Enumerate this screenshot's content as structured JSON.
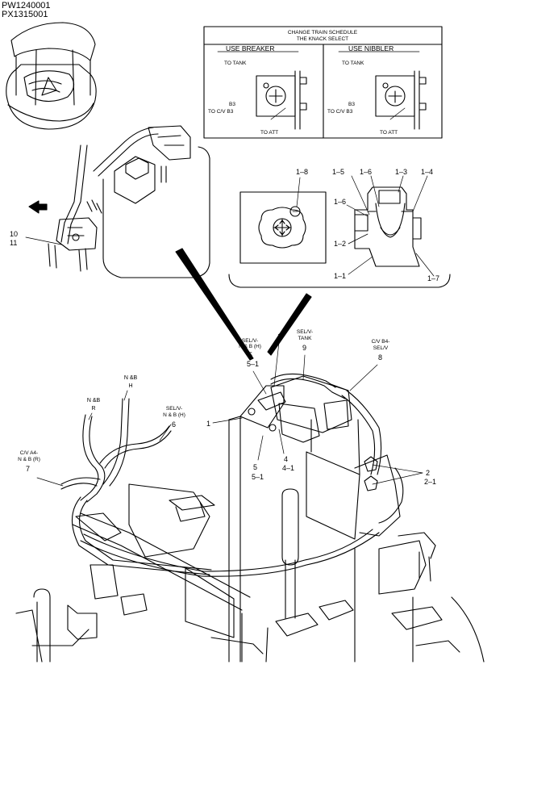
{
  "header": {
    "line1": "PW1240001",
    "line2": "PX1315001"
  },
  "inset_box": {
    "title_line1": "CHANGE TRAIN SCHEDULE",
    "title_line2": "THE KNACK SELECT",
    "left": {
      "heading": "USE BREAKER",
      "to_tank": "TO TANK",
      "b3": "B3",
      "to_cv_b3": "TO C/V B3",
      "to_att": "TO ATT"
    },
    "right": {
      "heading": "USE NIBBLER",
      "to_tank": "TO TANK",
      "b3": "B3",
      "to_cv_b3": "TO C/V B3",
      "to_att": "TO ATT"
    }
  },
  "detail_callouts": [
    "1–8",
    "1–5",
    "1–6",
    "1–3",
    "1–4",
    "1–6",
    "1–2",
    "1–1",
    "1–7"
  ],
  "overview_callouts": {
    "a": "10",
    "b": "11"
  },
  "main_labels": {
    "sel_nb_h_line1": "SEL/V-",
    "sel_nb_h_line2": "N & B (H)",
    "sel_nb_h_num": "5",
    "sel_nb_h_sub": "5–1",
    "one_top": "1",
    "sel_tank_line1": "SEL/V-",
    "sel_tank_line2": "TANK",
    "sel_tank_num": "9",
    "cv_b4_line1": "C/V B4-",
    "cv_b4_line2": "SEL/V",
    "cv_b4_num": "8",
    "nb_h_line1": "N &B",
    "nb_h_line2": "H",
    "nb_r_line1": "N &B",
    "nb_r_line2": "R",
    "sel_nb_h2_line1": "SEL/V-",
    "sel_nb_h2_line2": "N & B (H)",
    "sel_nb_h2_num": "6",
    "cv_a4_line1": "C/V A4-",
    "cv_a4_line2": "N & B (R)",
    "cv_a4_num": "7",
    "one_left": "1",
    "five": "5",
    "five_one": "5–1",
    "four": "4",
    "four_one": "4–1",
    "two": "2",
    "two_one": "2–1"
  }
}
